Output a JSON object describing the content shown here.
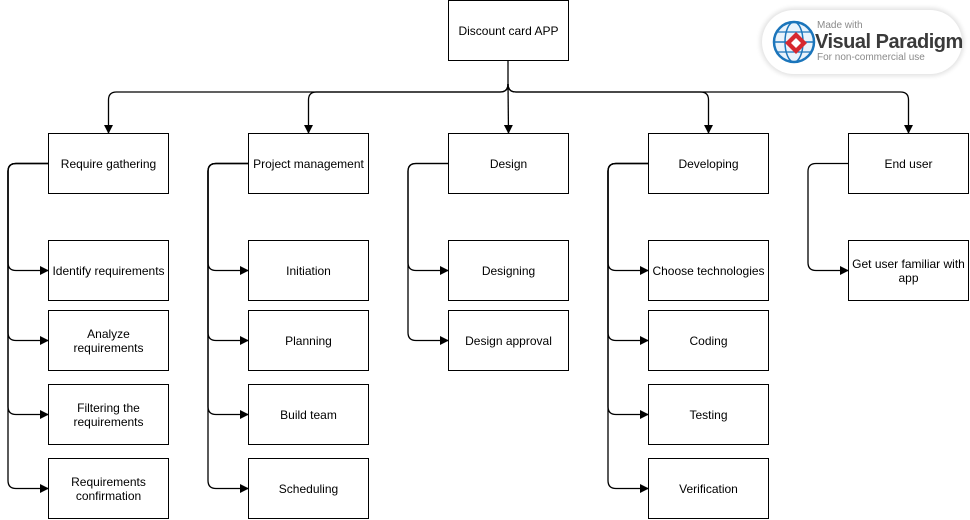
{
  "diagram": {
    "root": "Discount card APP",
    "branches": [
      {
        "title": "Require gathering",
        "tasks": [
          "Identify requirements",
          "Analyze requirements",
          "Filtering  the requirements",
          "Requirements confirmation"
        ]
      },
      {
        "title": "Project management",
        "tasks": [
          "Initiation",
          "Planning",
          "Build team",
          "Scheduling"
        ]
      },
      {
        "title": "Design",
        "tasks": [
          "Designing",
          "Design approval"
        ]
      },
      {
        "title": "Developing",
        "tasks": [
          "Choose technologies",
          "Coding",
          "Testing",
          "Verification"
        ]
      },
      {
        "title": "End user",
        "tasks": [
          "Get user familiar with app"
        ]
      }
    ]
  },
  "watermark": {
    "made_with": "Made with",
    "brand": "Visual Paradigm",
    "sub": "For non-commercial use"
  },
  "colors": {
    "line": "#000000",
    "box_border": "#000000",
    "watermark_red": "#d7282f",
    "watermark_blue": "#1b75bb"
  }
}
